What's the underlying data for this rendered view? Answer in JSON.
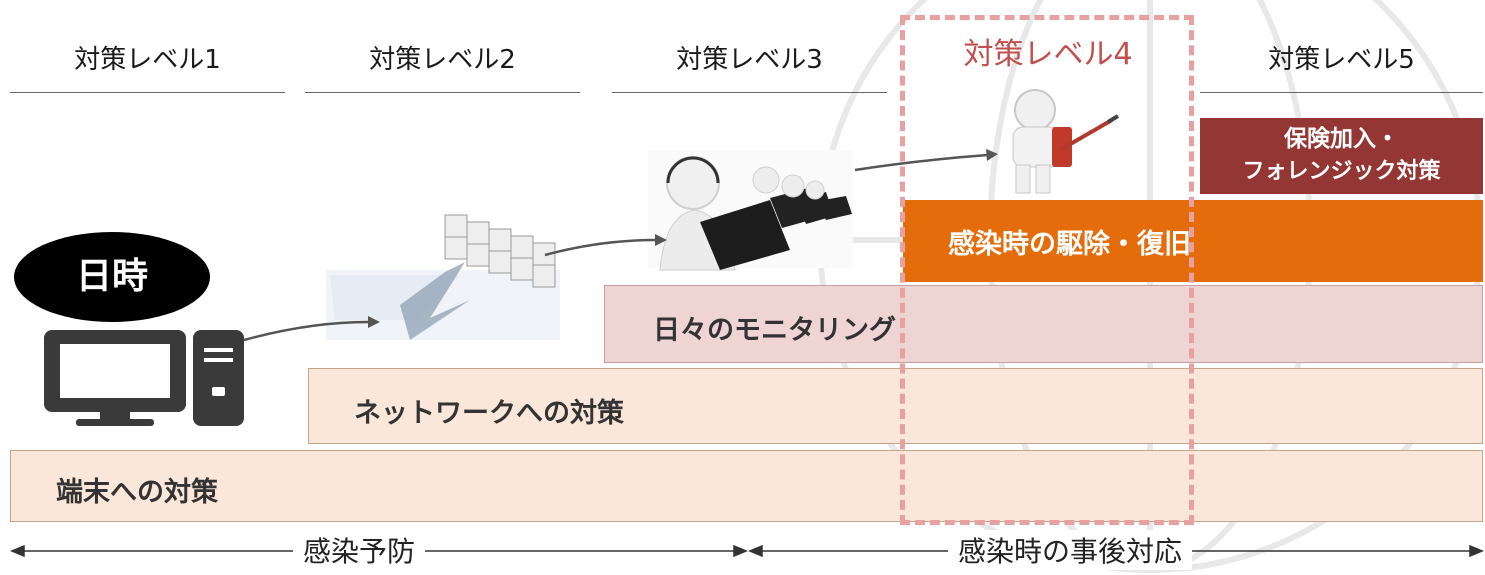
{
  "levels": [
    {
      "label": "対策レベル1"
    },
    {
      "label": "対策レベル2"
    },
    {
      "label": "対策レベル3"
    },
    {
      "label": "対策レベル4"
    },
    {
      "label": "対策レベル5"
    }
  ],
  "badge": {
    "label": "日時"
  },
  "bands": {
    "terminal": "端末への対策",
    "network": "ネットワークへの対策",
    "monitoring": "日々のモニタリング",
    "removal": "感染時の駆除・復旧",
    "insurance_line1": "保険加入・",
    "insurance_line2": "フォレンジック対策"
  },
  "phases": {
    "prevention": "感染予防",
    "post_response": "感染時の事後対応"
  },
  "colors": {
    "highlight_level": "#c0504d",
    "orange": "#e46c0a",
    "dark_red": "#943634",
    "peach": "#fbe6da",
    "pink": "#efd4d4"
  }
}
